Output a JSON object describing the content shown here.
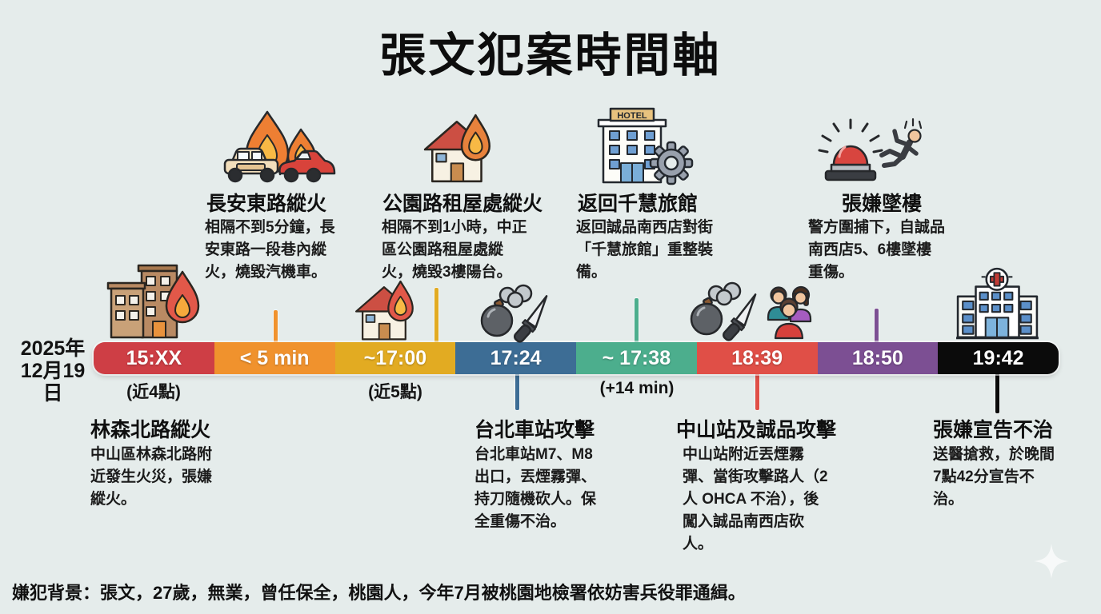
{
  "title": "張文犯案時間軸",
  "date": {
    "line1": "2025年",
    "line2": "12月19日"
  },
  "timeline": {
    "type": "timeline",
    "segments": [
      {
        "label": "15:XX",
        "note": "(近4點)",
        "color": "#ce3e45"
      },
      {
        "label": "< 5 min",
        "color": "#f0922d"
      },
      {
        "label": "~17:00",
        "note": "(近5點)",
        "color": "#e2ab22"
      },
      {
        "label": "17:24",
        "color": "#3d6d95"
      },
      {
        "label": "~ 17:38",
        "note": "(+14 min)",
        "color": "#4cae8d"
      },
      {
        "label": "18:39",
        "color": "#e04f47"
      },
      {
        "label": "18:50",
        "color": "#7c4f93"
      },
      {
        "label": "19:42",
        "color": "#0b0b0b"
      }
    ]
  },
  "events_above": [
    {
      "title": "長安東路縱火",
      "body": "相隔不到5分鐘，長安東路一段巷內縱火，燒毀汽機車。",
      "icon": "burning-cars-icon"
    },
    {
      "title": "公園路租屋處縱火",
      "body": "相隔不到1小時，中正區公園路租屋處縱火，燒毀3樓陽台。",
      "icon": "burning-house-icon"
    },
    {
      "title": "返回千慧旅館",
      "body": "返回誠品南西店對街「千慧旅館」重整裝備。",
      "icon": "hotel-gear-icon"
    },
    {
      "title": "張嫌墜樓",
      "body": "警方圍捕下，自誠品南西店5、6樓墜樓重傷。",
      "icon": "siren-falling-person-icon"
    }
  ],
  "events_below": [
    {
      "title": "林森北路縱火",
      "body": "中山區林森北路附近發生火災，張嫌縱火。",
      "icon": "burning-building-icon"
    },
    {
      "title": "台北車站攻擊",
      "body": "台北車站M7、M8出口，丟煙霧彈、持刀隨機砍人。保全重傷不治。",
      "icon": "bomb-knife-icon"
    },
    {
      "title": "中山站及誠品攻擊",
      "body": "中山站附近丟煙霧彈、當街攻擊路人（2 人 OHCA 不治），後闖入誠品南西店砍人。",
      "icon": "bomb-knife-people-icon"
    },
    {
      "title": "張嫌宣告不治",
      "body": "送醫搶救，於晚間7點42分宣告不治。",
      "icon": "hospital-icon"
    }
  ],
  "footer": "嫌犯背景：張文，27歲，無業，曾任保全，桃園人，今年7月被桃園地檢署依妨害兵役罪通緝。",
  "colors": {
    "background": "#e5eceb",
    "hotel_sign": "HOTEL"
  }
}
